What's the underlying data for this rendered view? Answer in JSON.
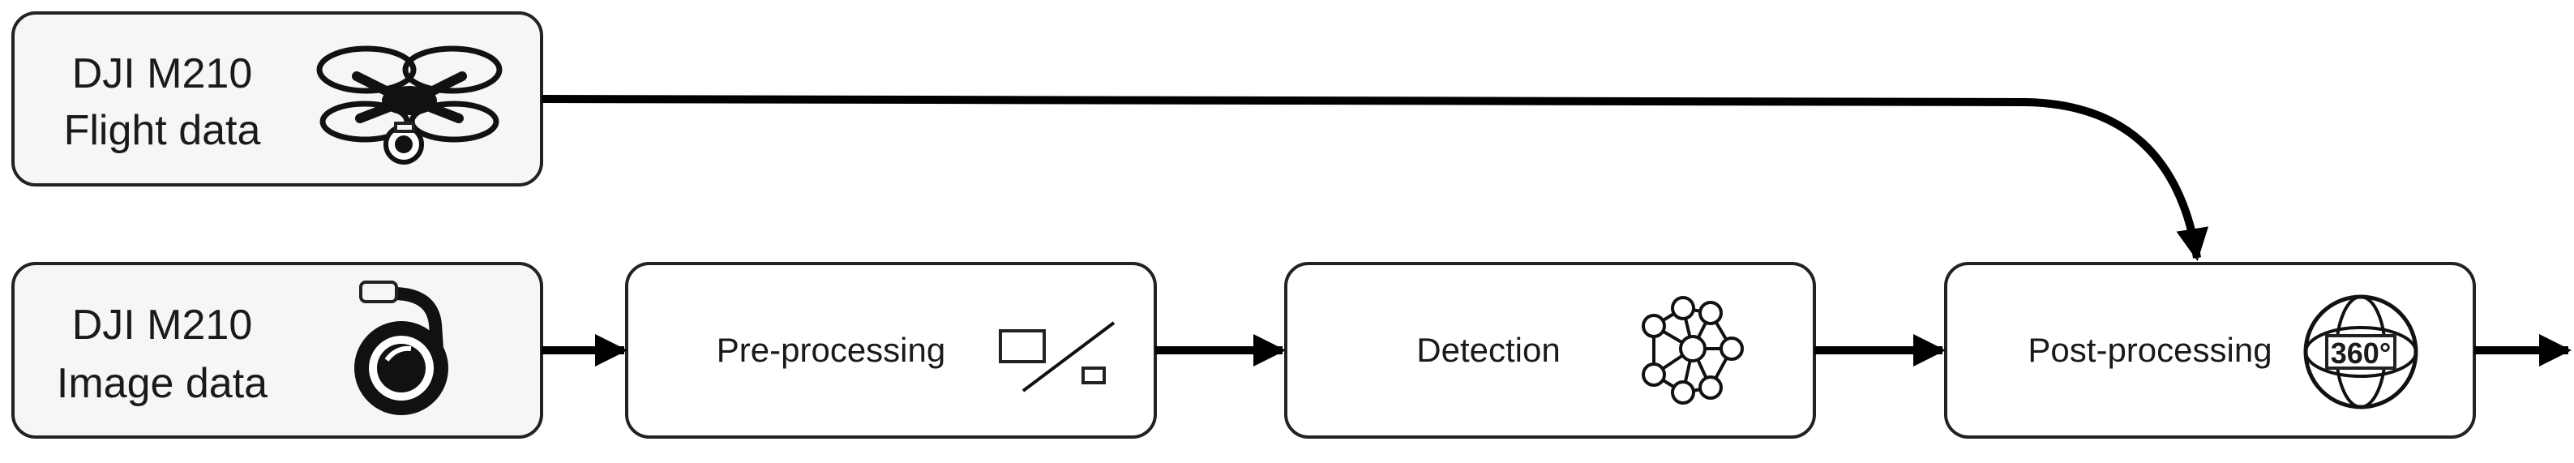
{
  "nodes": {
    "flight": {
      "line1": "DJI M210",
      "line2": "Flight data",
      "icon": "drone-icon"
    },
    "image": {
      "line1": "DJI M210",
      "line2": "Image data",
      "icon": "gimbal-camera-icon"
    },
    "preprocessing": {
      "label": "Pre-processing",
      "icon": "resize-icon"
    },
    "detection": {
      "label": "Detection",
      "icon": "neural-network-icon"
    },
    "postprocessing": {
      "label": "Post-processing",
      "icon": "360-view-icon",
      "icon_text": "360°"
    }
  },
  "colors": {
    "stroke": "#222222",
    "panel_fill": "#f6f6f6",
    "arrow": "#000000"
  }
}
